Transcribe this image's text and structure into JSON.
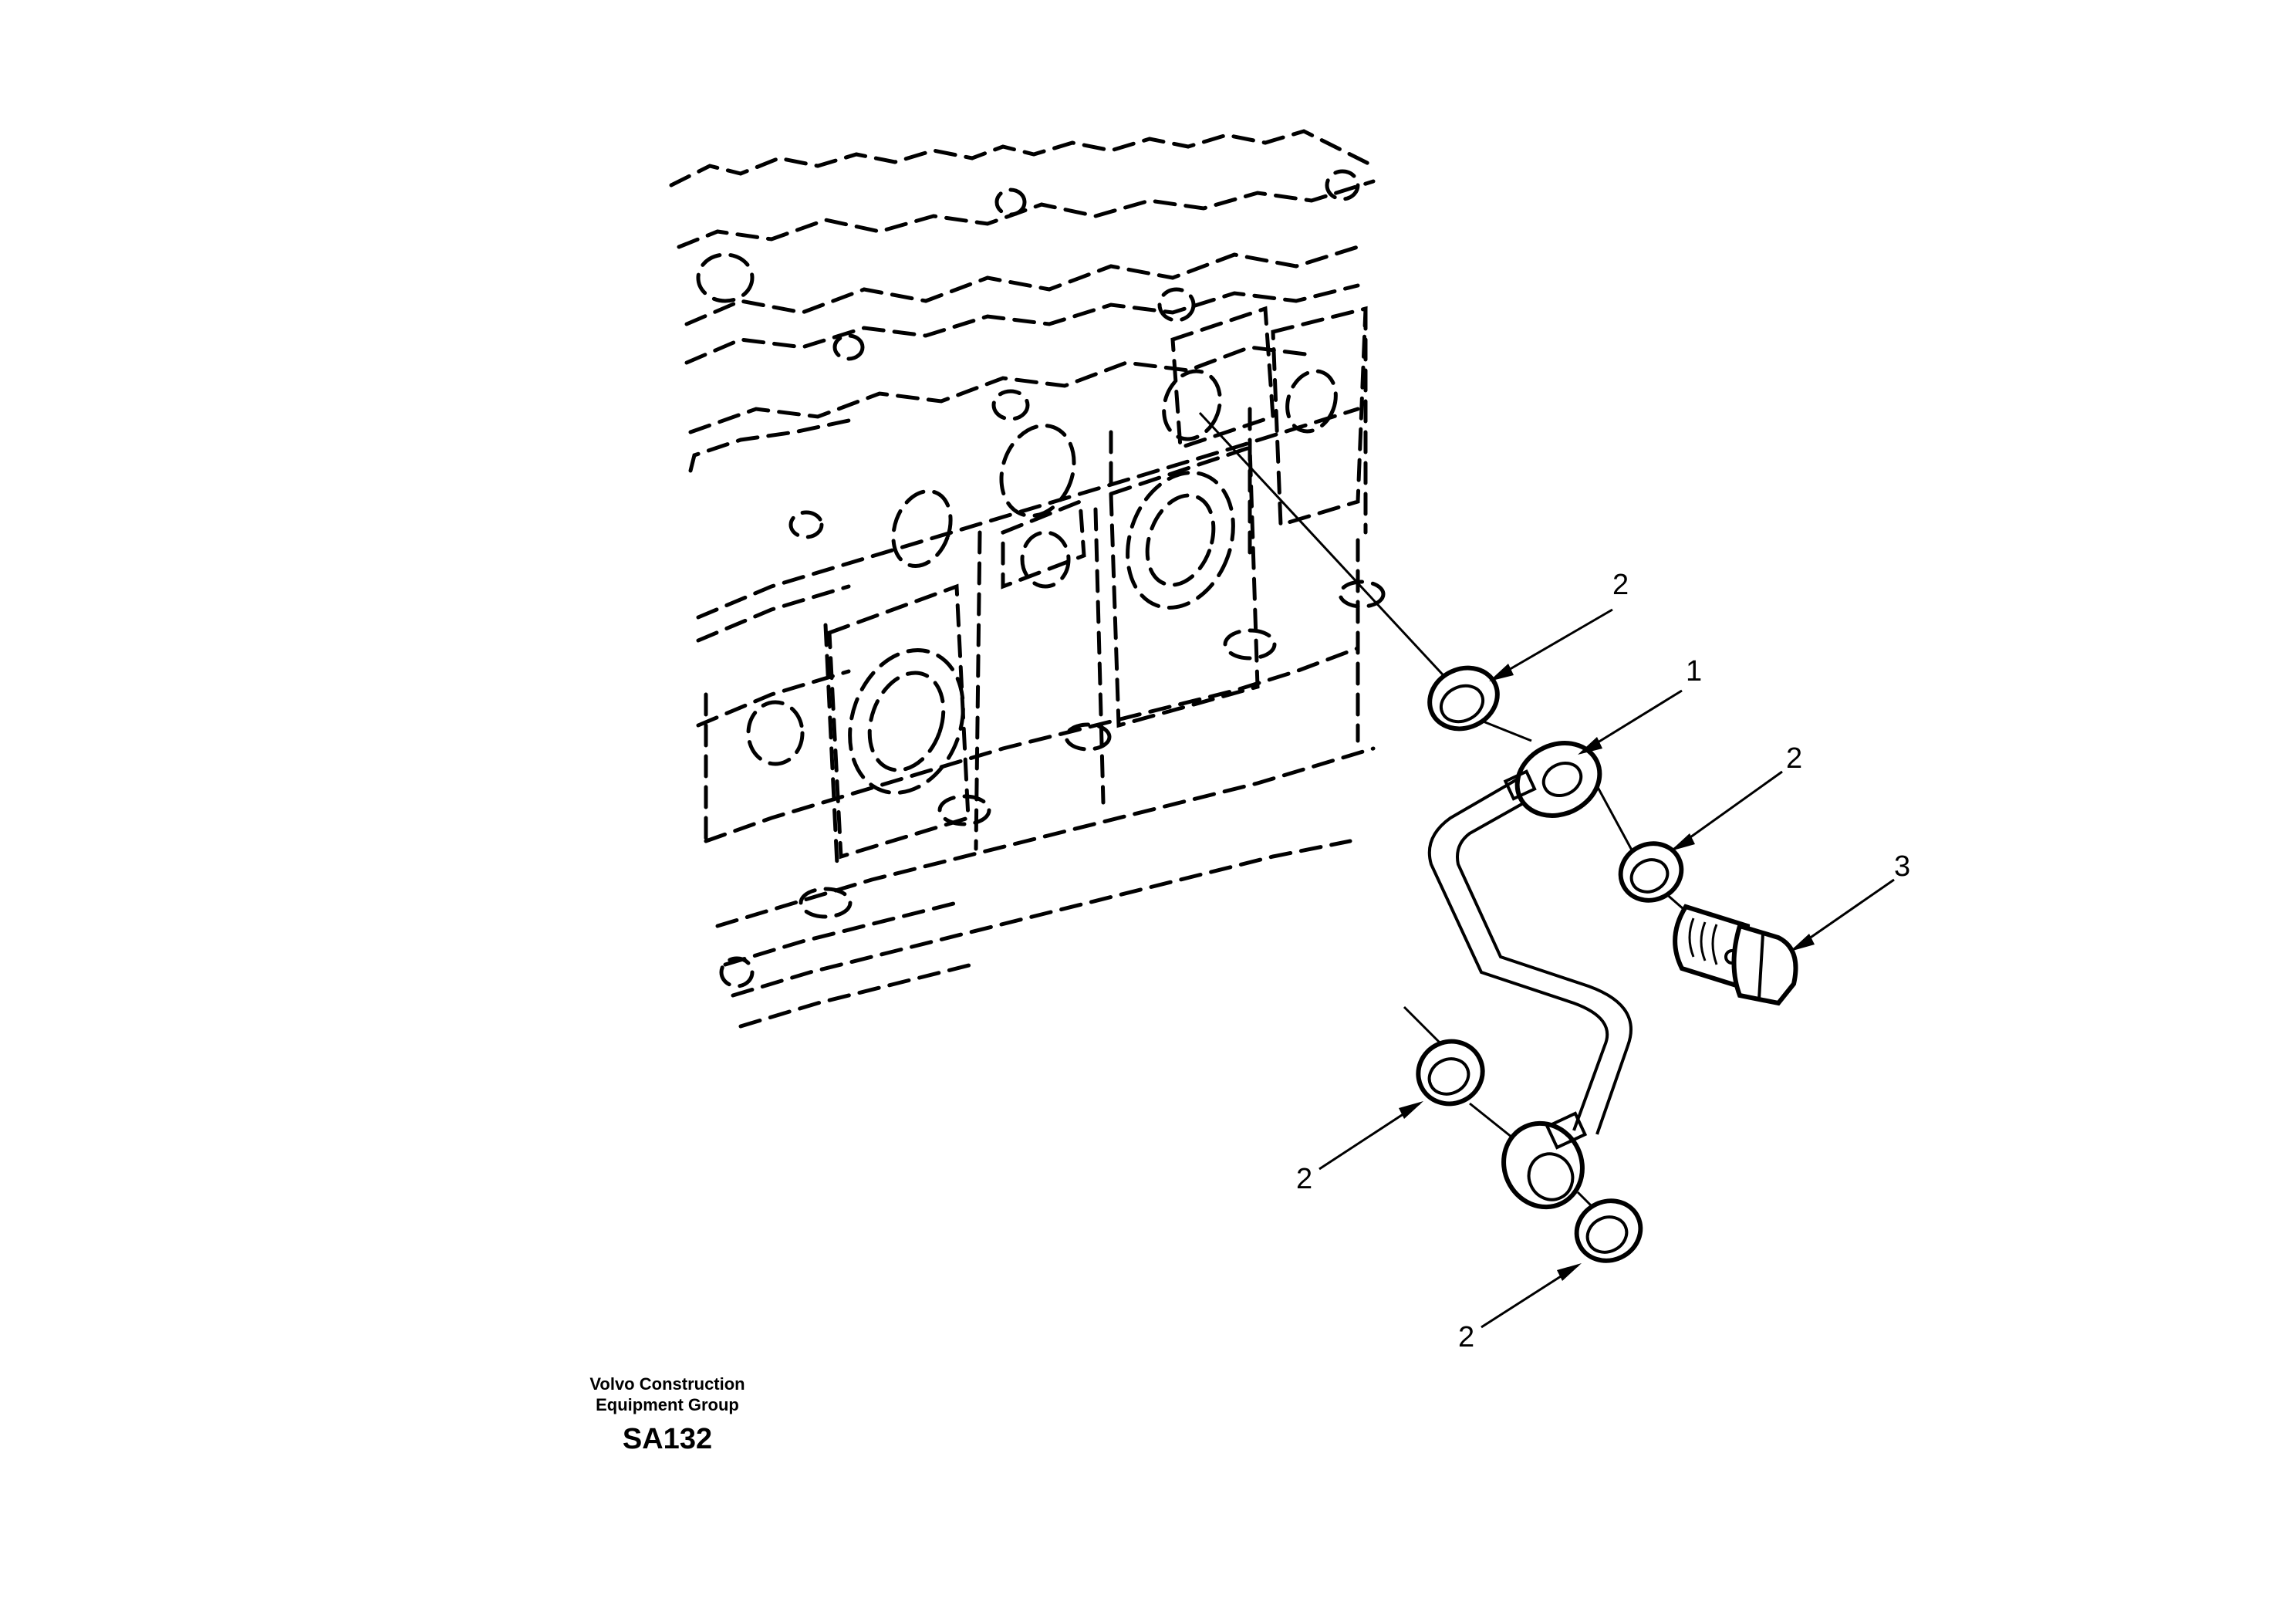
{
  "callouts": [
    {
      "id": "c1",
      "number": "2"
    },
    {
      "id": "c2",
      "number": "1"
    },
    {
      "id": "c3",
      "number": "2"
    },
    {
      "id": "c4",
      "number": "3"
    },
    {
      "id": "c5",
      "number": "2"
    },
    {
      "id": "c6",
      "number": "2"
    }
  ],
  "footer": {
    "company_line1": "Volvo Construction",
    "company_line2": "Equipment Group",
    "drawing_code": "SA132"
  }
}
